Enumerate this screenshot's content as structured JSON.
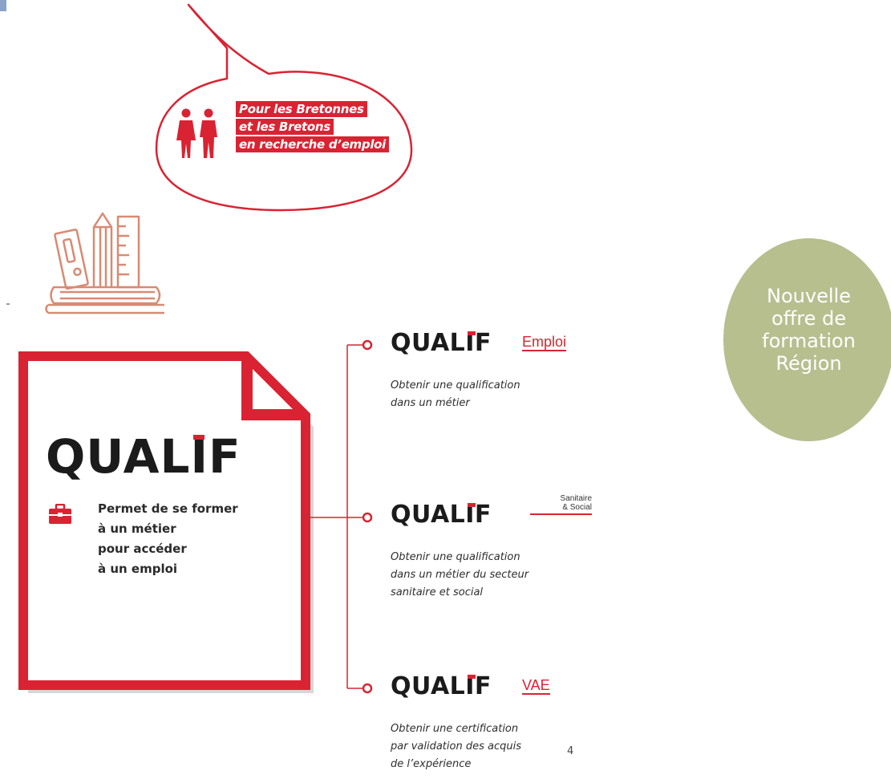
{
  "bubble": {
    "lines": [
      "Pour les Bretonnes",
      "et les Bretons",
      "en recherche d’emploi"
    ],
    "icon": "people-icon"
  },
  "qualif": {
    "title": "QUALIF",
    "description_lines": [
      "Permet de se former",
      "à un métier",
      "pour accéder",
      "à un emploi"
    ],
    "icon": "briefcase-icon"
  },
  "programs": [
    {
      "logo": "QUALIF",
      "suffix": "Emploi",
      "description_lines": [
        "Obtenir une qualification",
        "dans un métier"
      ]
    },
    {
      "logo": "QUALIF",
      "suffix_lines": [
        "Sanitaire",
        "& Social"
      ],
      "description_lines": [
        "Obtenir une qualification",
        "dans un métier du secteur",
        "sanitaire et social"
      ]
    },
    {
      "logo": "QUALIF",
      "suffix": "VAE",
      "description_lines": [
        "Obtenir une certification",
        "par validation des acquis",
        "de l’expérience"
      ]
    }
  ],
  "page_number": "4",
  "region_badge": {
    "lines": [
      "Nouvelle",
      "offre de",
      "formation",
      "Région"
    ]
  },
  "colors": {
    "brand_red": "#d92332",
    "badge_green": "#b7bf8f",
    "dark_text": "#1b1b1b",
    "corner_accent": "#8ba2c9"
  }
}
